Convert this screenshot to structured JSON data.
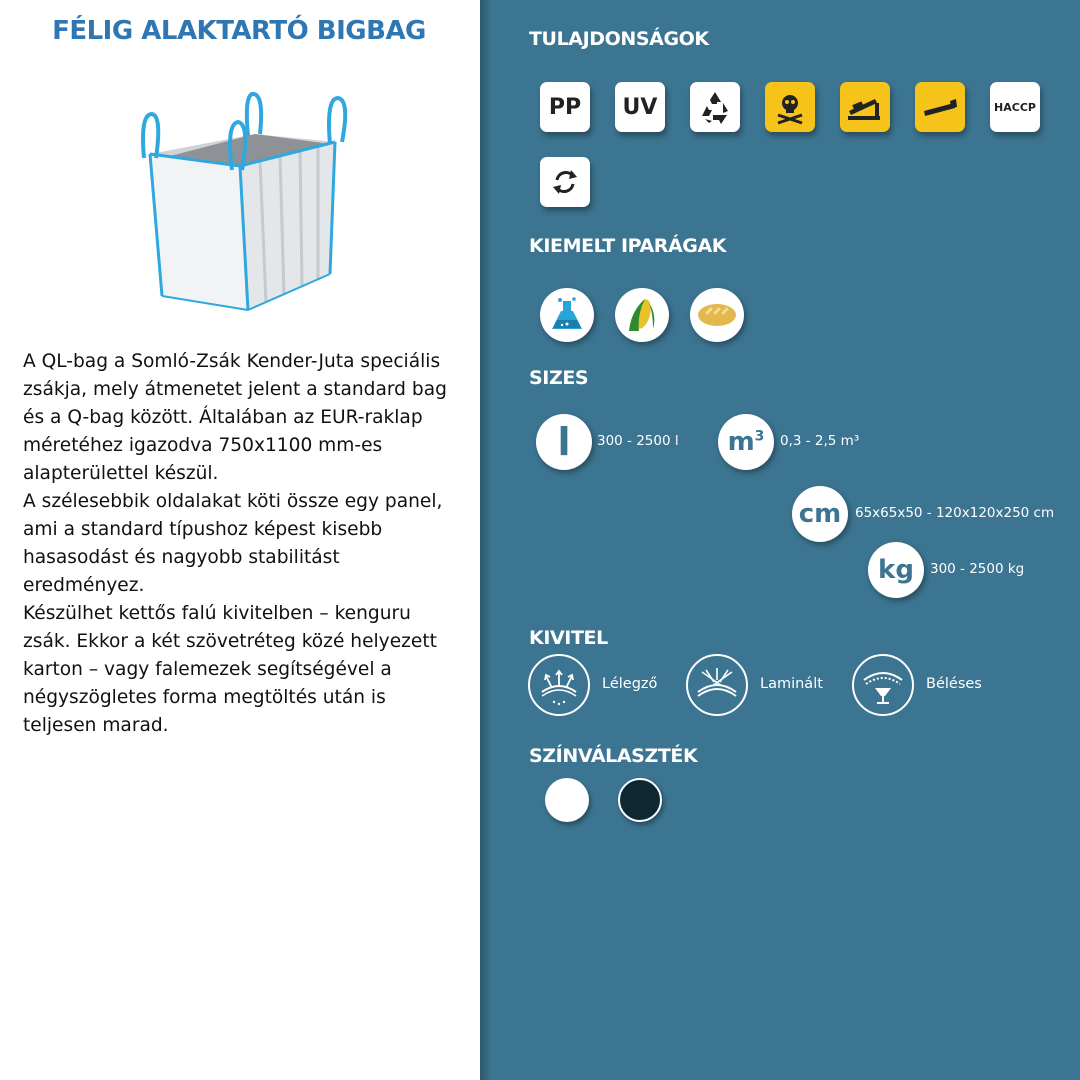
{
  "title": "FÉLIG ALAKTARTÓ BIGBAG",
  "description": [
    "A QL-bag a Somló-Zsák Kender-Juta speciális zsákja, mely átmenetet jelent a standard bag és a Q-bag között. Általában az EUR-raklap méretéhez igazodva 750x1100 mm-es alapterülettel készül.",
    "A szélesebbik oldalakat köti össze egy panel, ami a standard típushoz képest kisebb hasasodást és nagyobb stabilitást eredményez.",
    "Készülhet kettős falú kivitelben – kenguru zsák. Ekkor a két szövetréteg közé helyezett karton – vagy falemezek segítségével a négyszögletes forma megtöltés után is teljesen marad."
  ],
  "sections": {
    "properties": "TULAJDONSÁGOK",
    "industries": "KIEMELT IPARÁGAK",
    "sizes": "SIZES",
    "finish": "KIVITEL",
    "colors": "SZÍNVÁLASZTÉK"
  },
  "properties": [
    {
      "icon": "pp-icon",
      "label": "PP",
      "bg": "#ffffff"
    },
    {
      "icon": "uv-icon",
      "label": "UV",
      "bg": "#ffffff"
    },
    {
      "icon": "recycle-icon",
      "bg": "#ffffff"
    },
    {
      "icon": "skull-hazard-icon",
      "bg": "#f5c31a"
    },
    {
      "icon": "forklift-load-icon",
      "bg": "#f5c31a"
    },
    {
      "icon": "bar-load-icon",
      "bg": "#f5c31a"
    },
    {
      "icon": "haccp-icon",
      "label": "HACCP",
      "bg": "#ffffff"
    },
    {
      "icon": "reusable-icon",
      "bg": "#ffffff"
    }
  ],
  "industries": [
    {
      "icon": "chemistry-flask-icon"
    },
    {
      "icon": "corn-agriculture-icon"
    },
    {
      "icon": "bread-food-icon"
    }
  ],
  "sizes": {
    "volume_l": {
      "symbol": "l",
      "value": "300 - 2500 l"
    },
    "volume_m3": {
      "symbol": "m",
      "sup": "3",
      "value": "0,3 - 2,5 m³"
    },
    "dimensions": {
      "symbol": "cm",
      "value": "65x65x50 - 120x120x250 cm"
    },
    "weight": {
      "symbol": "kg",
      "value": "300 - 2500 kg"
    }
  },
  "finish": [
    {
      "icon": "breathable-icon",
      "label": "Lélegző"
    },
    {
      "icon": "laminated-icon",
      "label": "Laminált"
    },
    {
      "icon": "lined-icon",
      "label": "Béléses"
    }
  ],
  "colors": [
    "#ffffff",
    "#0e2733"
  ],
  "accent": "#2e77b3",
  "panel_bg": "#3c7591"
}
